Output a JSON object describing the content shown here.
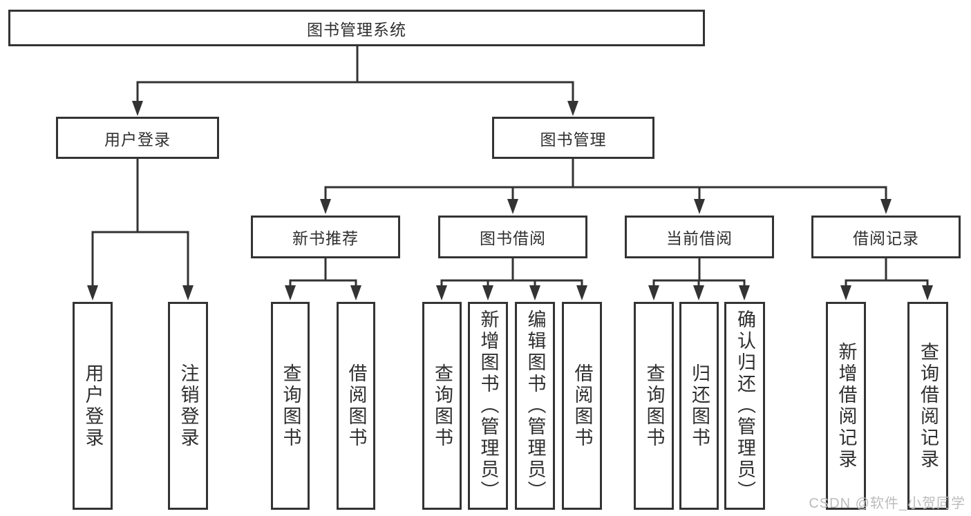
{
  "title": {
    "label": "图书管理系统"
  },
  "level1": {
    "user_login": "用户登录",
    "book_management": "图书管理"
  },
  "level2": {
    "new_book_recommend": "新书推荐",
    "book_borrow": "图书借阅",
    "current_borrow": "当前借阅",
    "borrow_record": "借阅记录"
  },
  "leaves": {
    "user_login": [
      "用户登录",
      "注销登录"
    ],
    "new_book_recommend": [
      "查询图书",
      "借阅图书"
    ],
    "book_borrow": [
      "查询图书",
      "新增图书（管理员）",
      "编辑图书（管理员）",
      "借阅图书"
    ],
    "current_borrow": [
      "查询图书",
      "归还图书",
      "确认归还（管理员）"
    ],
    "borrow_record": [
      "新增借阅记录",
      "查询借阅记录"
    ]
  },
  "watermark": "CSDN @软件_小贺同学",
  "colors": {
    "line": "#333333",
    "border": "#333333",
    "text": "#2f2f2f",
    "watermark": "#bcbcbc",
    "background": "#ffffff"
  }
}
